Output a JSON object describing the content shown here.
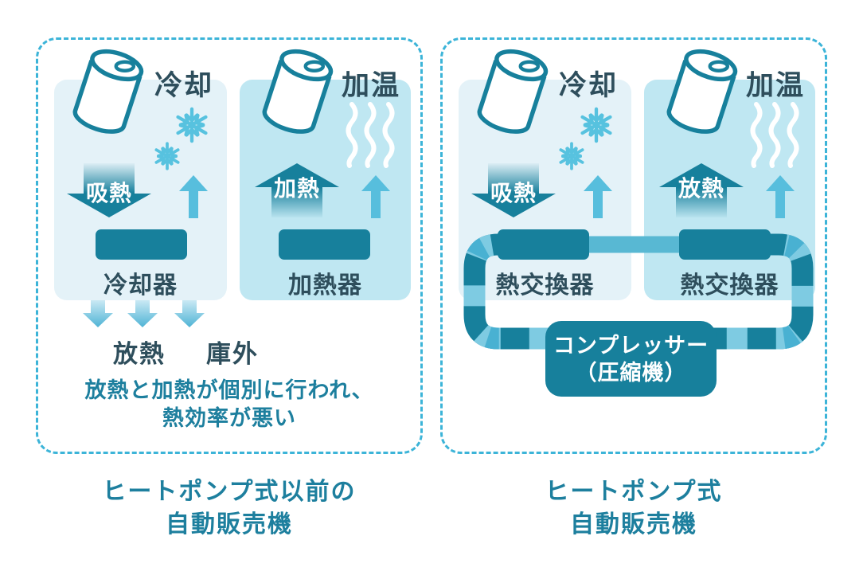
{
  "colors": {
    "teal_dark": "#17809c",
    "teal_text": "#1d7f9e",
    "slate_text": "#2e4e5c",
    "panel_border": "#3cb4d8",
    "cool_zone_bg": "#e4f2f8",
    "warm_zone_bg": "#bfe7f2",
    "light_arrow": "#57bedd",
    "snowflake": "#57c2df",
    "pipe_bar": "#58b8d3",
    "pipe_dash_light": "#7ecbe2",
    "pipe_dash_mid": "#49b1d2"
  },
  "icons": {
    "can": "can-icon",
    "snowflake": "snowflake-icon",
    "heat_wave": "heat-wave-icon",
    "up_arrow": "up-arrow-icon",
    "down_arrow": "down-arrow-icon"
  },
  "panels": [
    {
      "caption": {
        "line1": "ヒートポンプ式以前の",
        "line2": "自動販売機"
      },
      "cool": {
        "zone_label": "冷却",
        "arrow_label": "吸熱",
        "device_label": "冷却器"
      },
      "warm": {
        "zone_label": "加温",
        "arrow_label": "加熱",
        "device_label": "加熱器"
      },
      "exhaust": {
        "label": "放熱",
        "outside_label": "庫外"
      },
      "note": {
        "line1": "放熱と加熱が個別に行われ、",
        "line2": "熱効率が悪い"
      }
    },
    {
      "caption": {
        "line1": "ヒートポンプ式",
        "line2": "自動販売機"
      },
      "cool": {
        "zone_label": "冷却",
        "arrow_label": "吸熱",
        "device_label": "熱交換器"
      },
      "warm": {
        "zone_label": "加温",
        "arrow_label": "放熱",
        "device_label": "熱交換器"
      },
      "compressor": {
        "line1": "コンプレッサー",
        "line2": "（圧縮機）"
      }
    }
  ]
}
